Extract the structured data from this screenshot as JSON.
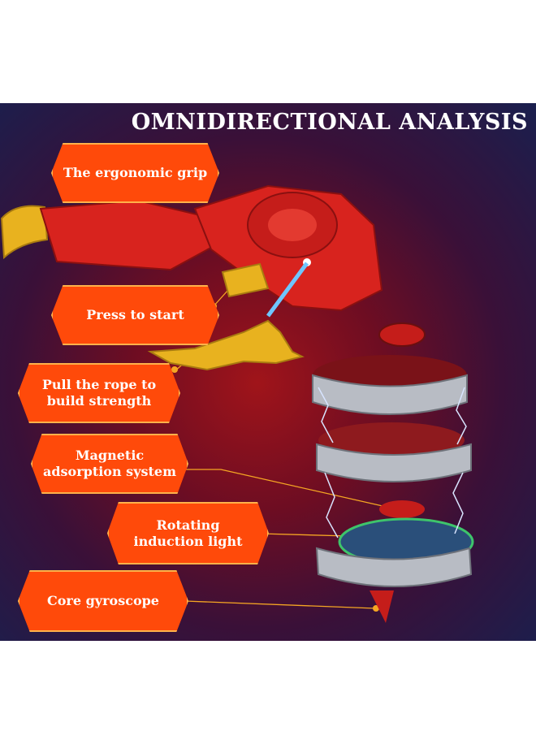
{
  "title": "OMNIDIRECTIONAL ANALYSIS",
  "labels": {
    "grip": "The ergonomic grip",
    "start": "Press to start",
    "rope_line1": "Pull the rope to",
    "rope_line2": "build strength",
    "magnet_line1": "Magnetic",
    "magnet_line2": "adsorption system",
    "light_line1": "Rotating",
    "light_line2": "induction light",
    "core": "Core gyroscope"
  },
  "colors": {
    "label_fill": "#ff4a0a",
    "label_border": "#ffb14a",
    "leader_line": "#f5a623",
    "launcher_red": "#d8231e",
    "handle_gold": "#e8b21f"
  }
}
